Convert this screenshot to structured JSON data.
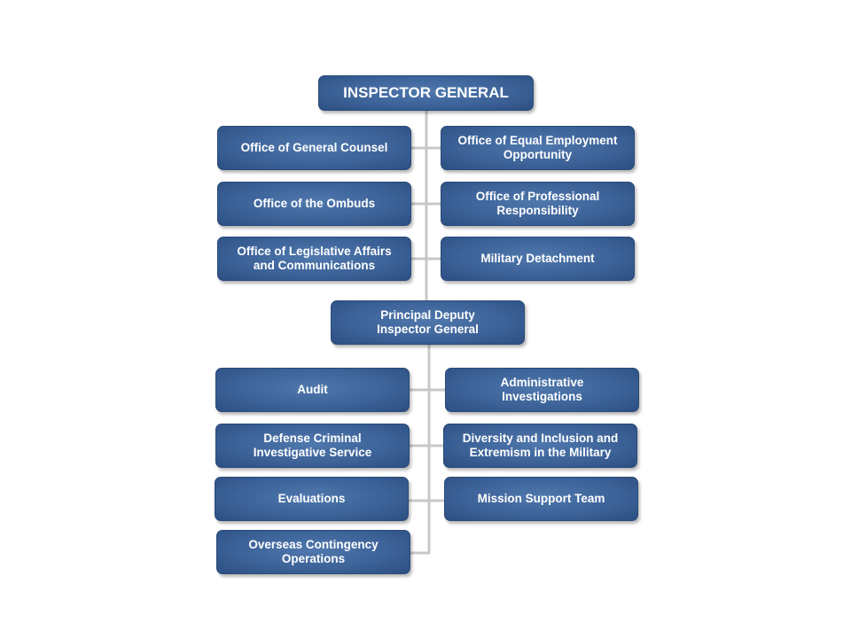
{
  "colors": {
    "box": "#3d6399",
    "box_dark": "#2c4f82",
    "connector": "#c8c8c8",
    "text": "#ffffff"
  },
  "top": {
    "inspector_general": "INSPECTOR  GENERAL"
  },
  "staff": {
    "general_counsel": "Office of General Counsel",
    "equal_employment": "Office of Equal Employment\nOpportunity",
    "ombuds": "Office of the Ombuds",
    "professional_responsibility": "Office of Professional\nResponsibility",
    "legislative_affairs": "Office of Legislative Affairs\nand Communications",
    "military_detachment": "Military Detachment"
  },
  "deputy": {
    "principal_deputy": "Principal Deputy\nInspector General"
  },
  "components": {
    "audit": "Audit",
    "administrative_investigations": "Administrative\nInvestigations",
    "dcis": "Defense Criminal\nInvestigative Service",
    "diversity_inclusion": "Diversity and Inclusion and\nExtremism in the Military",
    "evaluations": "Evaluations",
    "mission_support": "Mission Support Team",
    "overseas_contingency": "Overseas Contingency\nOperations"
  }
}
